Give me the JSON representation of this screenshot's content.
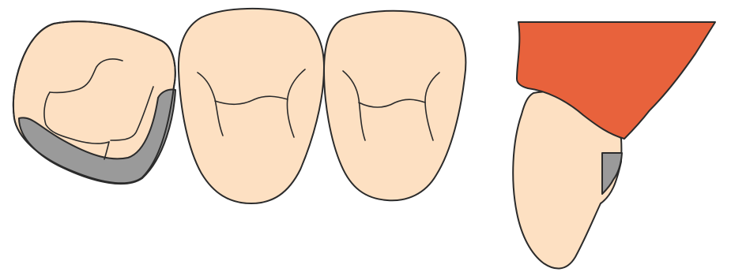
{
  "colors": {
    "enamel": "#fde0c2",
    "outline": "#2b2b2b",
    "metal_margin": "#9a9a9a",
    "gingiva": "#e8623c",
    "background": "#ffffff"
  },
  "figure": {
    "occlusal_view": {
      "teeth": [
        "prepared-molar-with-metal-collar",
        "premolar",
        "premolar"
      ]
    },
    "cross_section": {
      "parts": [
        "gingiva",
        "tooth-crown",
        "metal-margin"
      ]
    }
  }
}
